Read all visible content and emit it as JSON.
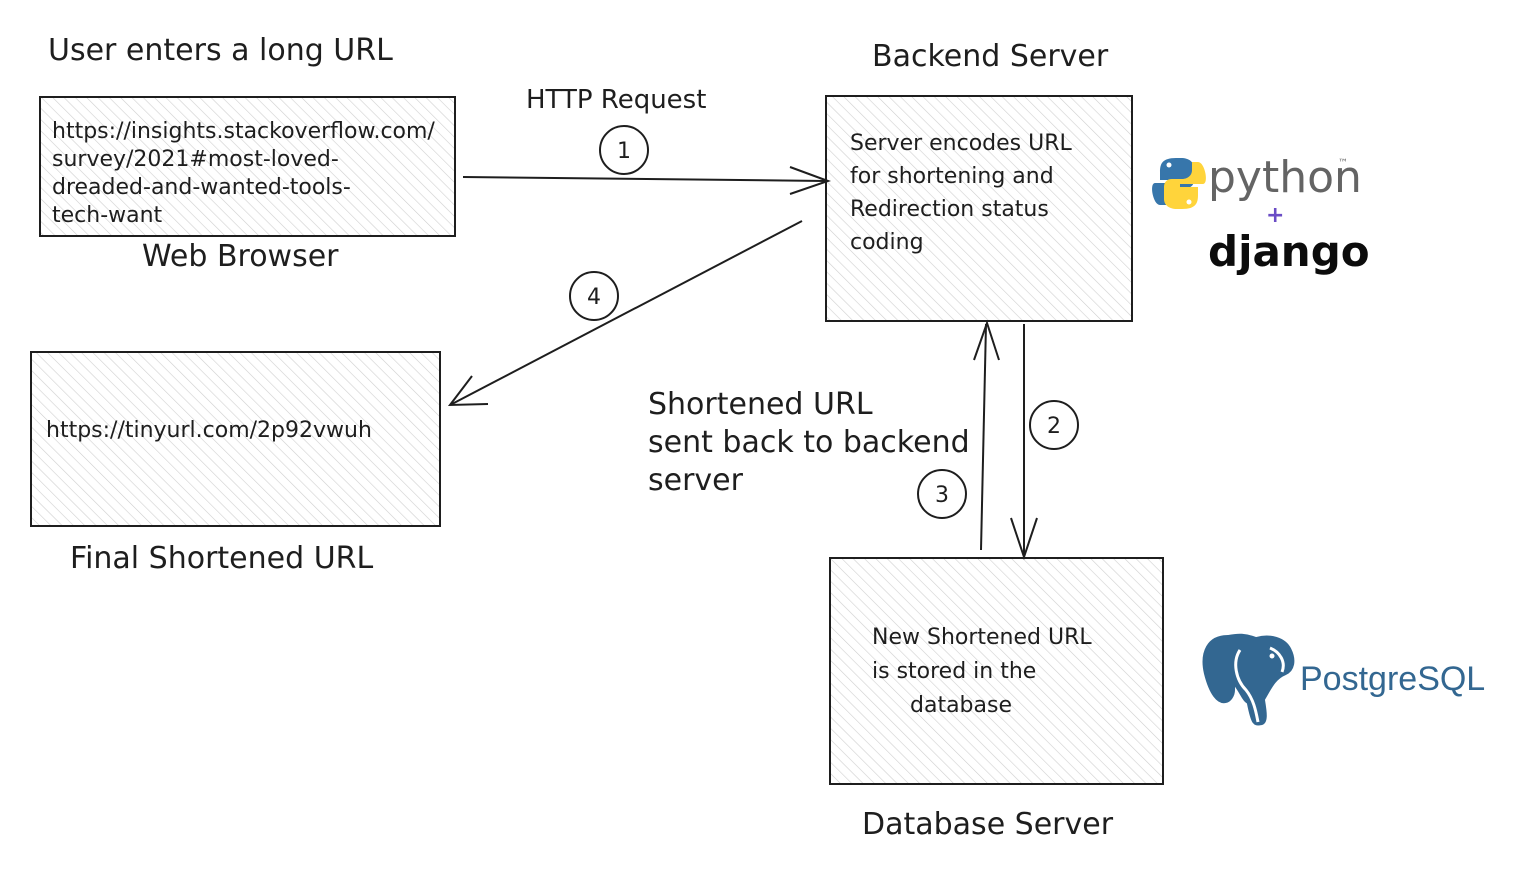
{
  "labels": {
    "user_enters": "User enters a long URL",
    "http_request": "HTTP Request",
    "backend_server": "Backend Server",
    "web_browser": "Web Browser",
    "final_shortened": "Final Shortened URL",
    "database_server": "Database Server"
  },
  "boxes": {
    "long_url": [
      "https://insights.stackoverflow.com/",
      "survey/2021#most-loved-",
      "dreaded-and-wanted-tools-",
      "tech-want"
    ],
    "backend": [
      "Server encodes URL",
      "for shortening and",
      "Redirection status",
      "coding"
    ],
    "short_url": "https://tinyurl.com/2p92vwuh",
    "database": [
      "New Shortened URL",
      "is stored in the",
      "database"
    ]
  },
  "annotation": [
    "Shortened URL",
    "sent back to backend",
    "server"
  ],
  "steps": [
    "1",
    "2",
    "3",
    "4"
  ],
  "logos": {
    "python": "python",
    "tm": "™",
    "plus": "+",
    "django": "django",
    "postgres_prefix": "Postgre",
    "postgres_suffix": "SQL"
  },
  "colors": {
    "ink": "#1e1e1e",
    "hatch": "#c8c8c8",
    "python_blue": "#3776ab",
    "python_yellow": "#ffd43b",
    "plus_purple": "#6a4cc5",
    "postgres_blue": "#336791"
  }
}
